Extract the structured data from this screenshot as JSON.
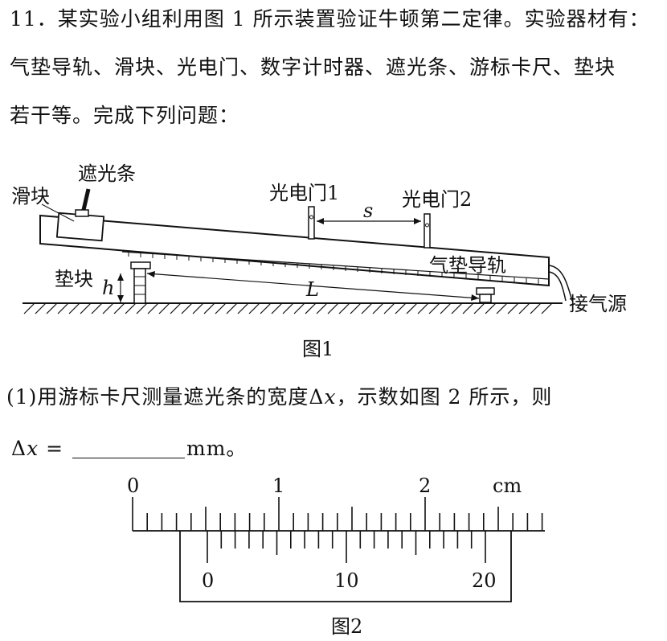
{
  "problem": {
    "line1": "11．某实验小组利用图 1 所示装置验证牛顿第二定律。实验器材有：",
    "line2": "气垫导轨、滑块、光电门、数字计时器、遮光条、游标卡尺、垫块",
    "line3": "若干等。完成下列问题："
  },
  "figure1": {
    "caption": "图1",
    "labels": {
      "shading_strip": "遮光条",
      "slider": "滑块",
      "gate1": "光电门1",
      "gate2": "光电门2",
      "track": "气垫导轨",
      "block": "垫块",
      "air_source": "接气源",
      "s": "s",
      "L": "L",
      "h": "h"
    }
  },
  "question1": {
    "prefix": "(1)用游标卡尺测量遮光条的宽度",
    "symbol_delta": "Δ",
    "symbol_x": "x",
    "suffix": "，示数如图 2 所示，则",
    "answer_prefix_delta": "Δ",
    "answer_prefix_x": "x",
    "answer_eq": " = ",
    "answer_unit": "mm。"
  },
  "figure2": {
    "caption": "图2",
    "main_scale_labels": [
      "0",
      "1",
      "2"
    ],
    "unit": "cm",
    "vernier_labels": [
      "0",
      "10",
      "20"
    ]
  }
}
